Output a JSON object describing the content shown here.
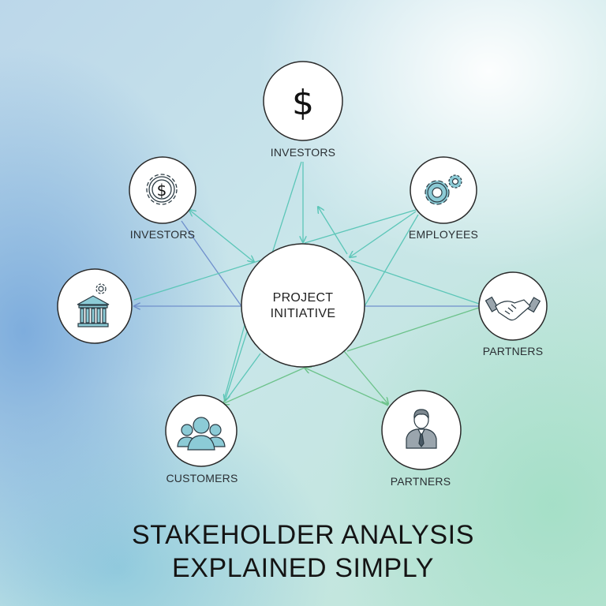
{
  "title": {
    "line1": "STAKEHOLDER ANALYSIS",
    "line2": "EXPLAINED SIMPLY"
  },
  "center": {
    "line1": "PROJECT",
    "line2": "INITIATIVE"
  },
  "nodes": [
    {
      "id": "top",
      "label": "INVESTORS",
      "icon": "dollar-sign-icon"
    },
    {
      "id": "upper-left",
      "label": "INVESTORS",
      "icon": "dollar-gear-icon"
    },
    {
      "id": "left",
      "label": "",
      "icon": "bank-gear-icon"
    },
    {
      "id": "upper-right",
      "label": "EMPLOYEES",
      "icon": "gears-icon"
    },
    {
      "id": "right",
      "label": "PARTNERS",
      "icon": "handshake-icon"
    },
    {
      "id": "lower-right",
      "label": "PARTNERS",
      "icon": "businessman-icon"
    },
    {
      "id": "lower-left",
      "label": "CUSTOMERS",
      "icon": "people-group-icon"
    }
  ],
  "colors": {
    "line_teal": "#5cc6b8",
    "line_blue": "#6f8fcc",
    "line_green": "#6cc28a",
    "icon_fill": "#8ccbd6",
    "icon_stroke": "#2b3b44",
    "node_stroke": "#2a2a2a"
  }
}
